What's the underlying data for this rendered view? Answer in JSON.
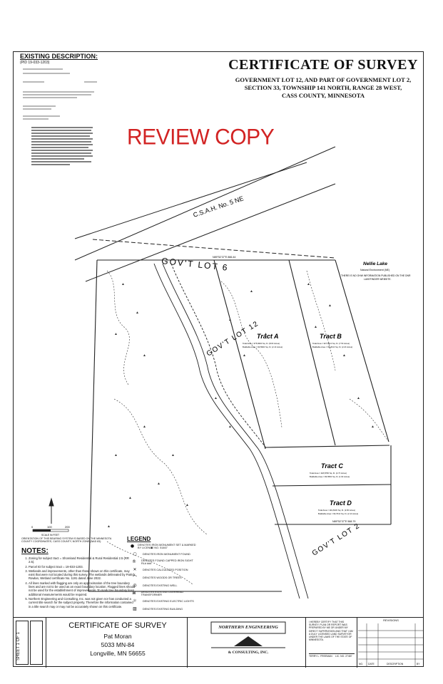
{
  "title": {
    "main": "CERTIFICATE OF SURVEY",
    "line1": "GOVERNMENT LOT 12, AND PART OF GOVERNMENT LOT 2,",
    "line2": "SECTION 33, TOWNSHIP 141 NORTH, RANGE 28 WEST,",
    "line3": "CASS COUNTY, MINNESOTA"
  },
  "existing": {
    "heading": "EXISTING DESCRIPTION:",
    "pid": "(PID 19-033-1203)"
  },
  "stamp": "REVIEW COPY",
  "map": {
    "road": "C.S.A.H. No. 5 NE",
    "lot6": "GOV'T LOT 6",
    "lot12": "GOV'T LOT 12",
    "lot2": "GOV'T LOT 2",
    "lake_name": "Nellie Lake",
    "lake_class": "Natural Environment (NE)",
    "lake_note_1": "THERE IS NO OHW INFORMATION PUBLISHED ON THE DNR",
    "lake_note_2": "LAKEFINDER WEBSITE.",
    "bearing_top": "N89°52'37\"E 866.44",
    "bearing_mid": "N89°52'37\"E 568.79",
    "tracts": [
      {
        "name": "Tract A",
        "total": "Total Area = 375,829± Sq. Ft. (8.6± Acres)",
        "buildable": "Buildable Area = 90,599± Sq. Ft. (2.1± Acres)"
      },
      {
        "name": "Tract B",
        "total": "Total Area = 327,801± Sq. Ft. (7.5± Acres)",
        "buildable": "Buildable Area = 96,201± Sq. Ft. (2.2± Acres)"
      },
      {
        "name": "Tract C",
        "total": "Total Area = 118,878± Sq. Ft. (2.7± Acres)",
        "buildable": "Buildable Area = 84,556± Sq. Ft. (1.9± Acres)"
      },
      {
        "name": "Tract D",
        "total": "Total Area = 119,633± Sq. Ft. (2.8± Acres)",
        "buildable": "Buildable Area = 90,701± Sq. Ft. (2.1± Acres)"
      }
    ]
  },
  "orientation_note": "ORIENTATION OF THIS BEARING SYSTEM IS BASED ON THE MINNESOTA COUNTY COORDINATES, CASS COUNTY, NORTH ZONE (NAD 83).",
  "scale": {
    "zero": "0",
    "mid": "100",
    "end": "200",
    "unit": "SCALE IN FEET"
  },
  "notes": {
    "heading": "NOTES:",
    "items": [
      "Zoning for subject tract = Shoreland Residential & Rural Residential 2.5 (RR 2.5).",
      "Parcel ID for subject tract = 19-033-1203.",
      "Wetlands and improvements, other than those shown on this certificate, may exist that were not located during this survey. The wetlands delineated by Patrick Rowlan, Wetland certificate No. 1191 dated June 2022.",
      "All lines marked with flagging are only an approximation of the tree boundary lines and are not to be used as an exact boundary location. Flagged lines should not be used for the establishment of improvements. To mark tree boundary lines additional measurements would be required.",
      "Northern Engineering and Consulting, Inc. was not given nor has conducted a current title search for the subject property. Therefore the information contained in a title search may or may not be accurately shown on this certificate."
    ]
  },
  "legend": {
    "heading": "LEGEND",
    "items": [
      {
        "icon": "filled-circle",
        "text": "DENOTES IRON MONUMENT SET & MARKED BY LICENSE NO. 51467"
      },
      {
        "icon": "open-circle",
        "text": "DENOTES IRON MONUMENT FOUND"
      },
      {
        "icon": "circled-r",
        "text": "DENOTES FOUND CAPPED IRON SIGHT RL# ###"
      },
      {
        "icon": "x-mark",
        "text": "DENOTES CALCULATED POSITION"
      },
      {
        "icon": "tree-line",
        "text": "DENOTES WOODS OR TREES"
      },
      {
        "icon": "well",
        "text": "DENOTES EXISTING WELL"
      },
      {
        "icon": "transformer",
        "text": "DENOTES EXISTING OVERHEAD TRANSFORMER"
      },
      {
        "icon": "light",
        "text": "DENOTES EXISTING ELECTRIC LIGHTS"
      },
      {
        "icon": "building",
        "text": "DENOTES EXISTING BUILDING"
      }
    ]
  },
  "footer": {
    "cert_title": "CERTIFICATE OF SURVEY",
    "client_name": "Pat Moran",
    "client_address": "5033 MN-84",
    "client_city": "Longville, MN 56655",
    "sheet_label": "SHEET 1 OF 1",
    "firm_name_1": "NORTHERN ENGINEERING",
    "firm_name_2": "& CONSULTING, INC.",
    "revisions_label": "REVISIONS",
    "rev_cols": [
      "NO.",
      "DATE",
      "DESCRIPTION",
      "BY"
    ],
    "surveyor_name": "TERRY L. FREEMAN",
    "license": "LIC. NO. 27487",
    "cert_statement": "I HEREBY CERTIFY THAT THIS SURVEY, PLAN OR REPORT WAS PREPARED BY ME OR UNDER MY DIRECT SUPERVISION AND THAT I AM A DULY LICENSED LAND SURVEYOR UNDER THE LAWS OF THE STATE OF MINNESOTA."
  }
}
